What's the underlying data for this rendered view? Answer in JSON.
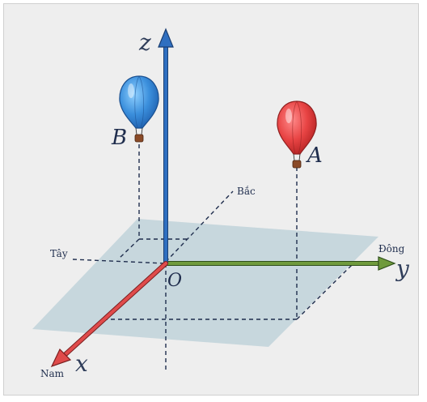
{
  "axes": {
    "x": "x",
    "y": "y",
    "z": "z"
  },
  "origin": "O",
  "points": {
    "a": "A",
    "b": "B"
  },
  "directions": {
    "north": "Bắc",
    "south": "Nam",
    "east": "Đông",
    "west": "Tây"
  },
  "colors": {
    "background": "#eeeeee",
    "plane": "#b9ced7",
    "x_axis": "#e04b4b",
    "y_axis": "#6f9a3c",
    "z_axis": "#2f6fc0",
    "balloon_a": "#e84444",
    "balloon_b": "#3b8fdc"
  }
}
